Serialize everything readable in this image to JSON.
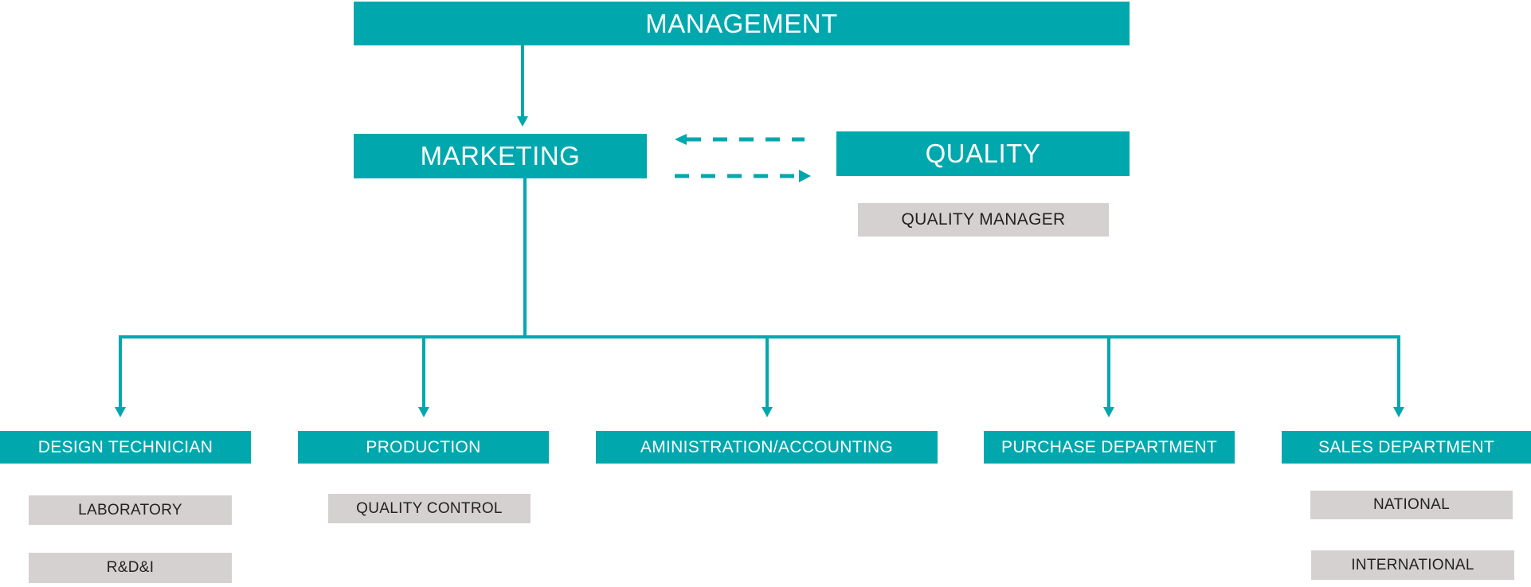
{
  "diagram": {
    "type": "org-chart",
    "colors": {
      "primary": "#00A8AE",
      "secondary": "#D5D1D1",
      "primary_text": "#FFFFFF",
      "secondary_text": "#222222"
    },
    "top": {
      "label": "MANAGEMENT"
    },
    "level2": {
      "marketing": {
        "label": "MARKETING"
      },
      "quality": {
        "label": "QUALITY",
        "sub": [
          "QUALITY MANAGER"
        ]
      },
      "relation": "bidirectional dashed between MARKETING and QUALITY"
    },
    "departments": [
      {
        "label": "DESIGN TECHNICIAN",
        "sub": [
          "LABORATORY",
          "R&D&I"
        ]
      },
      {
        "label": "PRODUCTION",
        "sub": [
          "QUALITY CONTROL"
        ]
      },
      {
        "label": "AMINISTRATION/ACCOUNTING",
        "sub": []
      },
      {
        "label": "PURCHASE DEPARTMENT",
        "sub": []
      },
      {
        "label": "SALES DEPARTMENT",
        "sub": [
          "NATIONAL",
          "INTERNATIONAL"
        ]
      }
    ]
  }
}
